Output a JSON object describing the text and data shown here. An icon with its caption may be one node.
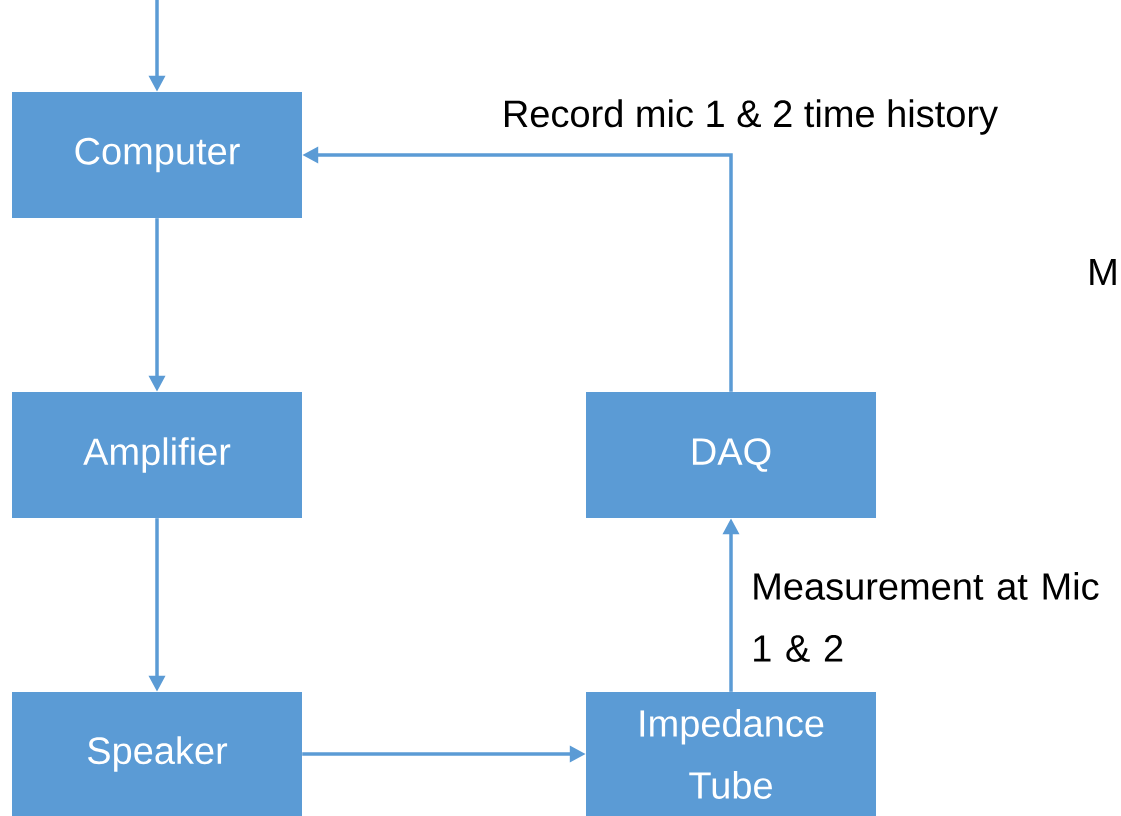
{
  "diagram": {
    "nodes": [
      {
        "text": [
          "Computer"
        ]
      },
      {
        "text": [
          "Amplifier"
        ]
      },
      {
        "text": [
          "Speaker"
        ]
      },
      {
        "text": [
          "DAQ"
        ]
      },
      {
        "text": [
          "Impedance Tube"
        ]
      }
    ],
    "edges": [
      {
        "from": null,
        "to": 0,
        "arrow": "to"
      },
      {
        "from": 0,
        "to": 1,
        "arrow": "to"
      },
      {
        "from": 1,
        "to": 2,
        "arrow": "to"
      },
      {
        "from": 2,
        "to": 4,
        "arrow": "to"
      },
      {
        "from": 4,
        "to": 3,
        "arrow": "to",
        "label": "Measurement at Mic 1 & 2"
      },
      {
        "from": 3,
        "to": 0,
        "arrow": "to",
        "label": "Record mic 1 & 2 time history"
      }
    ],
    "labels": [
      "M"
    ]
  }
}
